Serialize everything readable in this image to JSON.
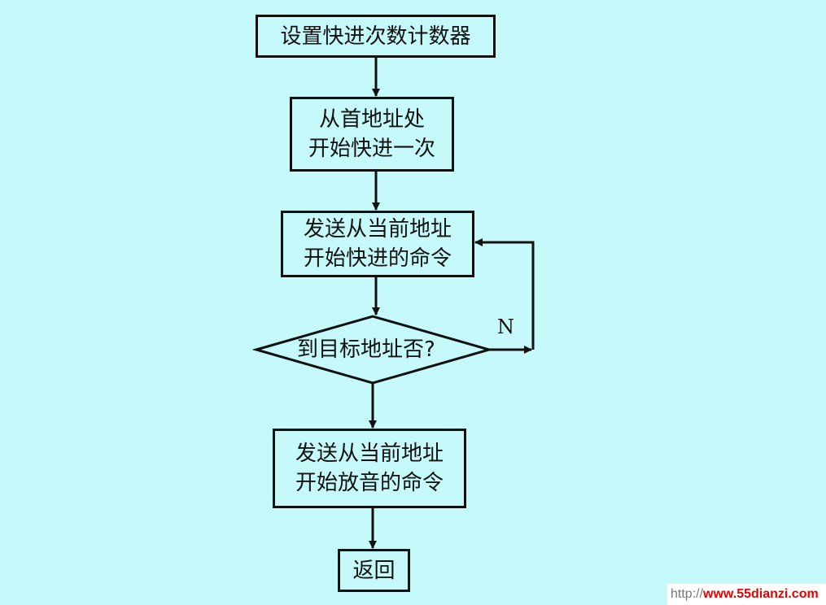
{
  "flowchart": {
    "step1": "设置快进次数计数器",
    "step2": "从首地址处\n开始快进一次",
    "step3": "发送从当前地址\n开始快进的命令",
    "decision": "到目标地址否?",
    "branch_no": "N",
    "step4": "发送从当前地址\n开始放音的命令",
    "step5": "返回"
  },
  "watermark": {
    "prefix": "http://",
    "site": "www.55dianzi.com"
  },
  "colors": {
    "background": "#c6fafa",
    "line": "#111111",
    "watermark_text": "#e60000"
  }
}
